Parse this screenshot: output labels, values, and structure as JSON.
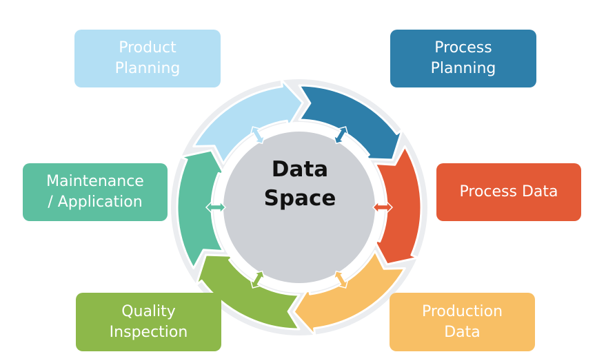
{
  "center": {
    "line1": "Data",
    "line2": "Space"
  },
  "stages": [
    {
      "id": "product-planning",
      "line1": "Product",
      "line2": "Planning",
      "color": "#b3dff4",
      "text_color": "#ffffff"
    },
    {
      "id": "process-planning",
      "line1": "Process",
      "line2": "Planning",
      "color": "#2e7faa",
      "text_color": "#ffffff"
    },
    {
      "id": "process-data",
      "line1": "Process Data",
      "line2": "",
      "color": "#e35a36",
      "text_color": "#ffffff"
    },
    {
      "id": "production-data",
      "line1": "Production",
      "line2": "Data",
      "color": "#f8bf65",
      "text_color": "#ffffff"
    },
    {
      "id": "quality-inspection",
      "line1": "Quality",
      "line2": "Inspection",
      "color": "#8db84a",
      "text_color": "#ffffff"
    },
    {
      "id": "maintenance-application",
      "line1": "Maintenance",
      "line2": "/ Application",
      "color": "#5dbfa0",
      "text_color": "#ffffff"
    }
  ],
  "colors": {
    "hub_fill": "#cdd0d5",
    "ring_background": "#e8eaed"
  }
}
